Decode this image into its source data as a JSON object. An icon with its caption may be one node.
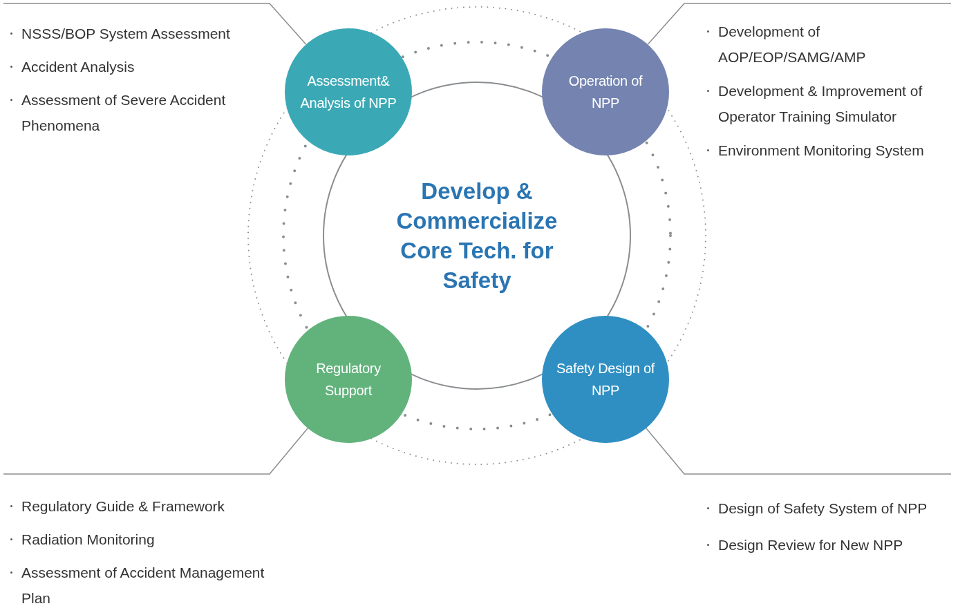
{
  "diagram": {
    "nodes": [
      {
        "text": [
          "Develop & Commercialize Core Tech. for Safety"
        ]
      },
      {
        "text": [
          "Assessment& Analysis of NPP"
        ]
      },
      {
        "text": [
          "Operation of NPP"
        ]
      },
      {
        "text": [
          "Regulatory Support"
        ]
      },
      {
        "text": [
          "Safety Design of NPP"
        ]
      },
      {
        "text": [
          "NSSS/BOP System Assessment",
          "Accident Analysis",
          "Assessment of Severe Accident Phenomena"
        ]
      },
      {
        "text": [
          "Development of AOP/EOP/SAMG/AMP",
          "Development & Improvement of Operator Training Simulator",
          "Environment Monitoring System"
        ]
      },
      {
        "text": [
          "Regulatory Guide & Framework",
          "Radiation Monitoring",
          "Assessment of Accident Management Plan"
        ]
      },
      {
        "text": [
          "Design of Safety System of NPP",
          "Design Review for New NPP"
        ]
      }
    ],
    "edges": [
      {
        "from": 1,
        "to": 5,
        "arrow": "none"
      },
      {
        "from": 2,
        "to": 6,
        "arrow": "none"
      },
      {
        "from": 3,
        "to": 7,
        "arrow": "none"
      },
      {
        "from": 4,
        "to": 8,
        "arrow": "none"
      }
    ]
  }
}
